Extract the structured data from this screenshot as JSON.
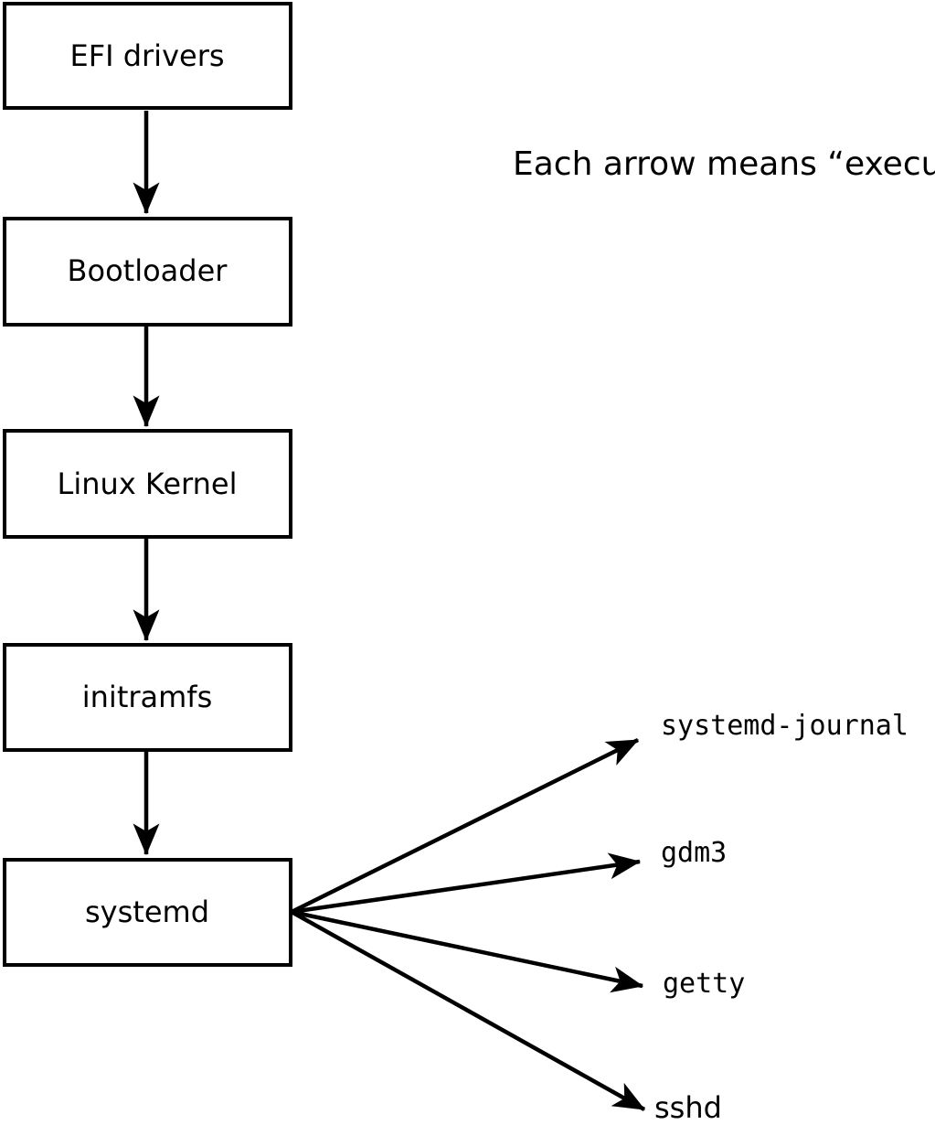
{
  "diagram": {
    "note": "Each arrow means “executes”.",
    "boxes": [
      {
        "label": "EFI drivers"
      },
      {
        "label": "Bootloader"
      },
      {
        "label": "Linux Kernel"
      },
      {
        "label": "initramfs"
      },
      {
        "label": "systemd"
      }
    ],
    "spawned_processes": [
      {
        "label": "systemd-journal"
      },
      {
        "label": "gdm3"
      },
      {
        "label": "getty"
      },
      {
        "label": "sshd"
      }
    ],
    "colors": {
      "foreground": "#000000",
      "background": "#ffffff"
    }
  }
}
